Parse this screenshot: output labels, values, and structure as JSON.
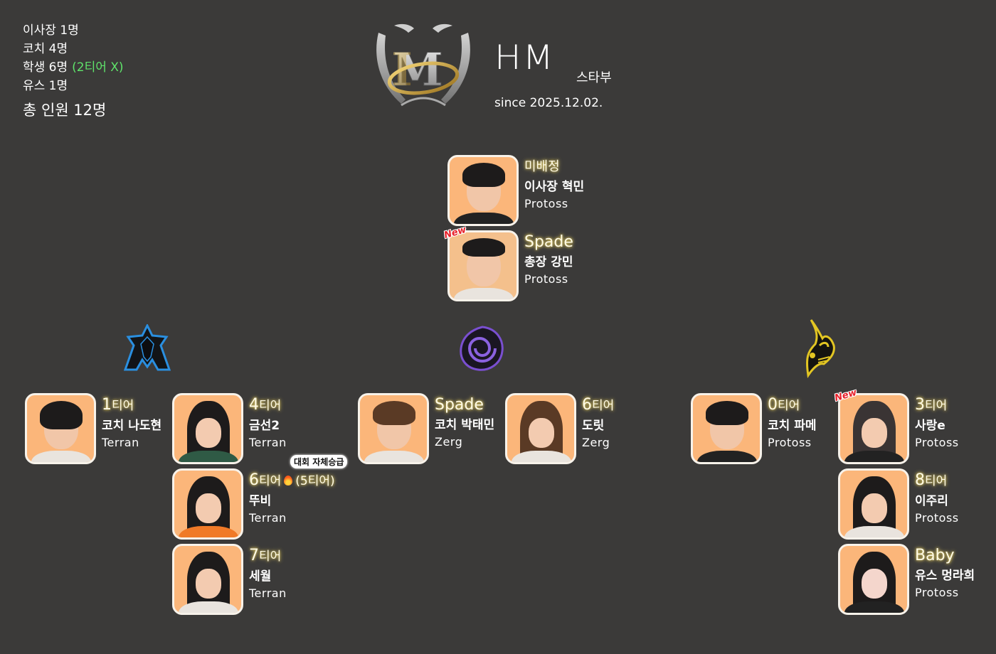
{
  "stats": {
    "chairman": "이사장 1명",
    "coaches": "코치 4명",
    "students": "학생 6명",
    "students_note": "(2티어 X)",
    "youth": "유스 1명",
    "total": "총 인원 12명"
  },
  "brand": {
    "title": "HM",
    "subtitle": "스타부",
    "since": "since 2025.12.02."
  },
  "colors": {
    "background": "#3b3a39",
    "photo_bg": "#fbb67a",
    "note_green": "#5fe36a",
    "tier_glow": "#e7d26a",
    "new_red": "#e8202a",
    "terran_blue": "#2a8fe0",
    "zerg_purple": "#7a4fd0",
    "protoss_gold": "#e3c623"
  },
  "race_icons": {
    "terran": "terran-emblem-icon",
    "zerg": "zerg-emblem-icon",
    "protoss": "protoss-emblem-icon"
  },
  "leaders": [
    {
      "tier": "미배정",
      "name": "이사장 혁민",
      "race": "Protoss",
      "is_new": false
    },
    {
      "tier": "Spade",
      "name": "총장 강민",
      "race": "Protoss",
      "is_new": true,
      "badge": "New"
    }
  ],
  "terran": [
    {
      "tier": "1",
      "tier_suffix": "티어",
      "name": "코치 나도현",
      "race": "Terran"
    },
    {
      "tier": "4",
      "tier_suffix": "티어",
      "name": "금선2",
      "race": "Terran"
    },
    {
      "tier": "6",
      "tier_suffix": "티어",
      "extra": "(5티어)",
      "promo": "대회 자체승급",
      "name": "뚜비",
      "race": "Terran"
    },
    {
      "tier": "7",
      "tier_suffix": "티어",
      "name": "세월",
      "race": "Terran"
    }
  ],
  "zerg": [
    {
      "tier": "Spade",
      "name": "코치 박태민",
      "race": "Zerg"
    },
    {
      "tier": "6",
      "tier_suffix": "티어",
      "name": "도릿",
      "race": "Zerg"
    }
  ],
  "protoss": [
    {
      "tier": "0",
      "tier_suffix": "티어",
      "name": "코치 파메",
      "race": "Protoss"
    },
    {
      "tier": "3",
      "tier_suffix": "티어",
      "name": "사랑e",
      "race": "Protoss",
      "is_new": true,
      "badge": "New"
    },
    {
      "tier": "8",
      "tier_suffix": "티어",
      "name": "이주리",
      "race": "Protoss"
    },
    {
      "tier": "Baby",
      "name": "유스 멍라희",
      "race": "Protoss"
    }
  ]
}
